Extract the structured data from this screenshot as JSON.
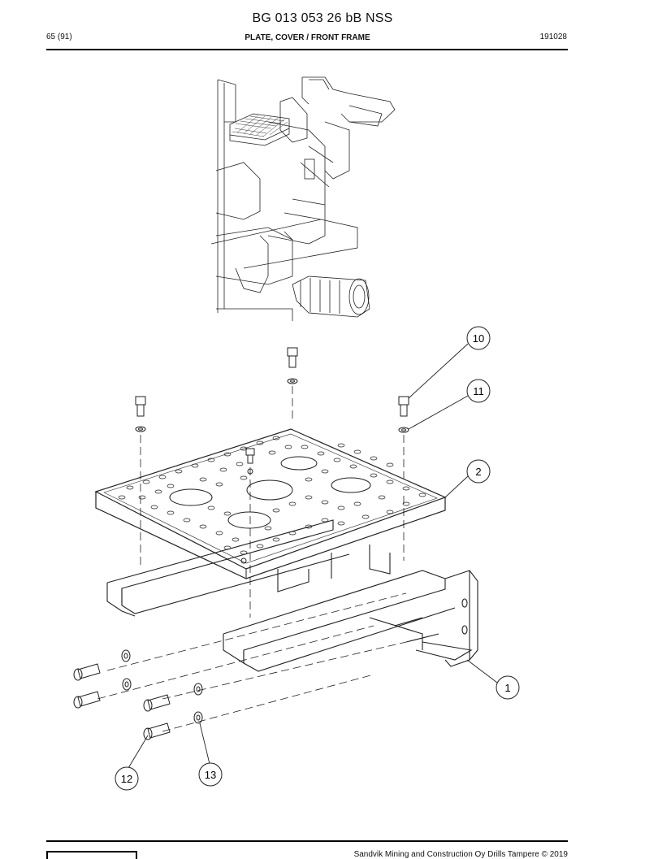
{
  "header": {
    "doc_title": "BG 013 053 26 bB NSS",
    "page_number": "65 (91)",
    "subtitle": "PLATE, COVER / FRONT FRAME",
    "date": "191028"
  },
  "callouts": [
    {
      "id": "item-1",
      "label": "1"
    },
    {
      "id": "item-2",
      "label": "2"
    },
    {
      "id": "item-10",
      "label": "10"
    },
    {
      "id": "item-11",
      "label": "11"
    },
    {
      "id": "item-12",
      "label": "12"
    },
    {
      "id": "item-13",
      "label": "13"
    }
  ],
  "footer": {
    "copyright": "Sandvik Mining and Construction Oy Drills Tampere © 2019"
  }
}
